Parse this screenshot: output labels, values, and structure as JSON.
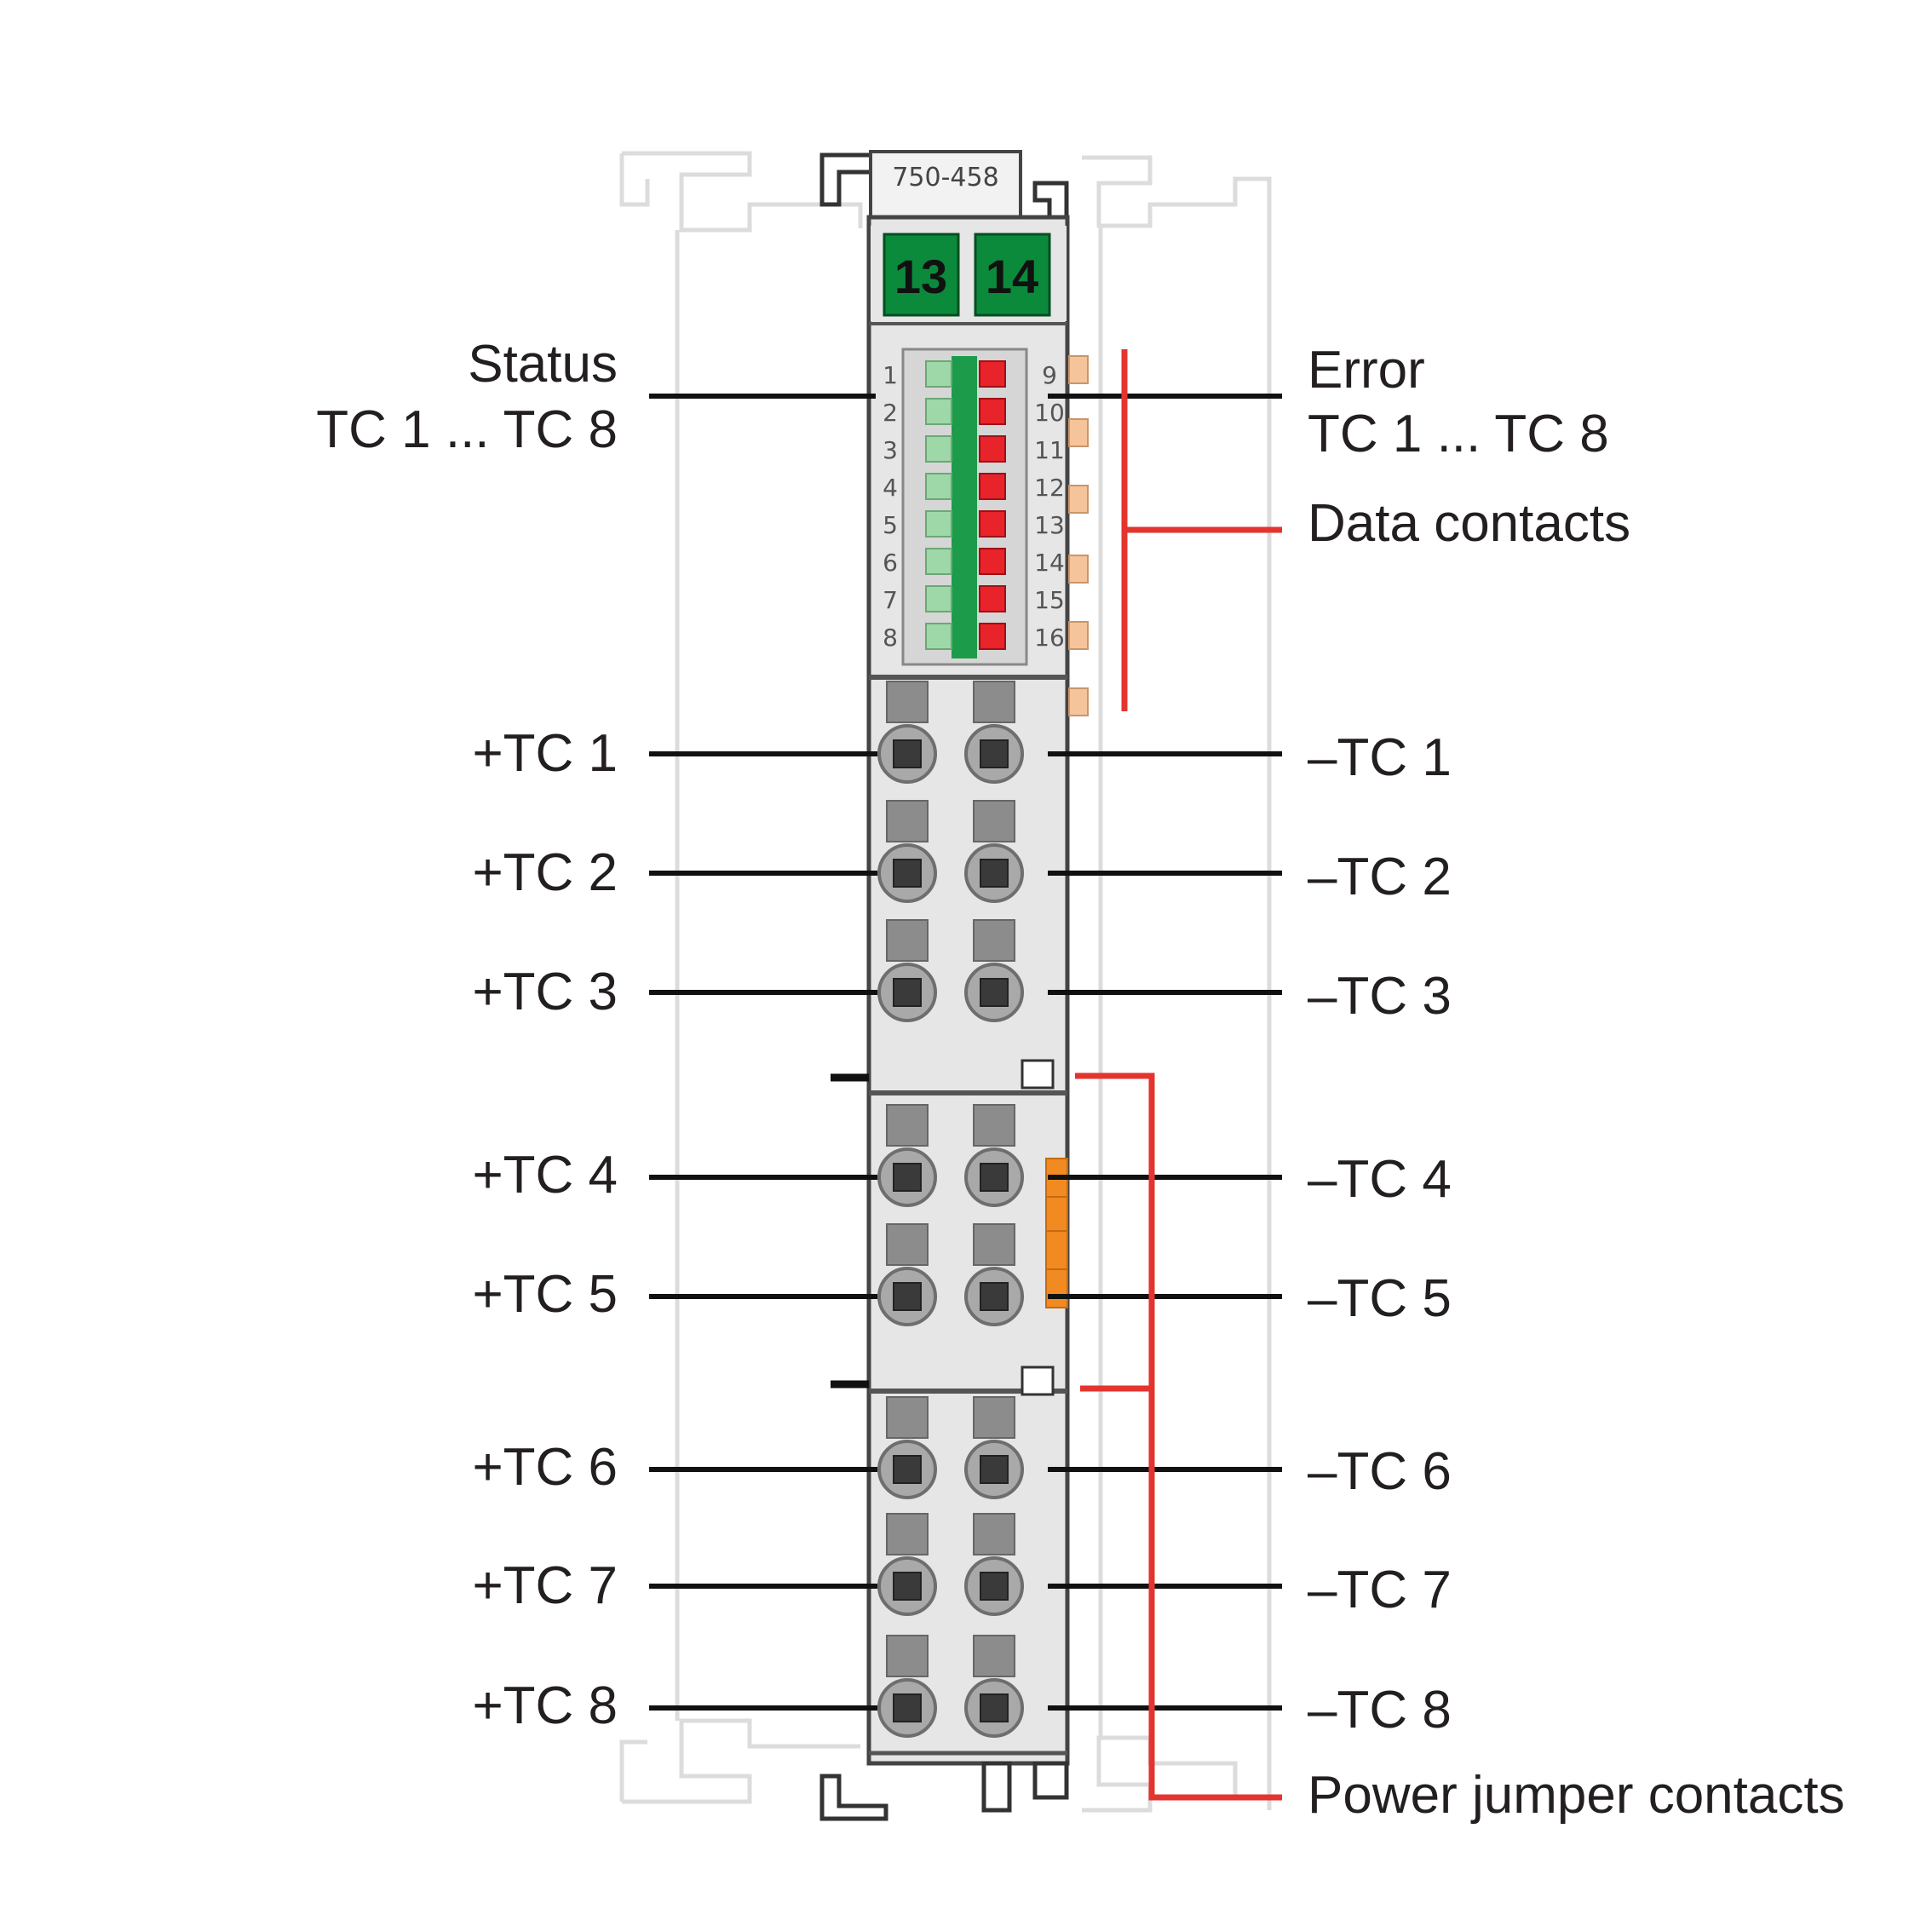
{
  "module": {
    "model_number": "750-458",
    "channel_tabs": [
      "13",
      "14"
    ],
    "led_left_numbers": [
      "1",
      "2",
      "3",
      "4",
      "5",
      "6",
      "7",
      "8"
    ],
    "led_right_numbers": [
      "9",
      "10",
      "11",
      "12",
      "13",
      "14",
      "15",
      "16"
    ]
  },
  "labels": {
    "status_line1": "Status",
    "status_line2": "TC 1 ... TC 8",
    "error_line1": "Error",
    "error_line2": "TC 1 ... TC 8",
    "data_contacts": "Data contacts",
    "power_jumper_contacts": "Power jumper contacts"
  },
  "terminals": {
    "plus": [
      "+TC 1",
      "+TC 2",
      "+TC 3",
      "+TC 4",
      "+TC 5",
      "+TC 6",
      "+TC 7",
      "+TC 8"
    ],
    "minus": [
      "–TC 1",
      "–TC 2",
      "–TC 3",
      "–TC 4",
      "–TC 5",
      "–TC 6",
      "–TC 7",
      "–TC 8"
    ]
  },
  "colors": {
    "channel_tab_green": "#0b8a3c",
    "status_led_green": "#9fd8a8",
    "error_led_red": "#e8232a",
    "callout_red": "#e3342f",
    "data_contact_orange": "#f6c49a",
    "jumper_orange": "#f28a22",
    "housing_gray": "#e6e6e6",
    "outline_gray": "#d0d0d0"
  }
}
